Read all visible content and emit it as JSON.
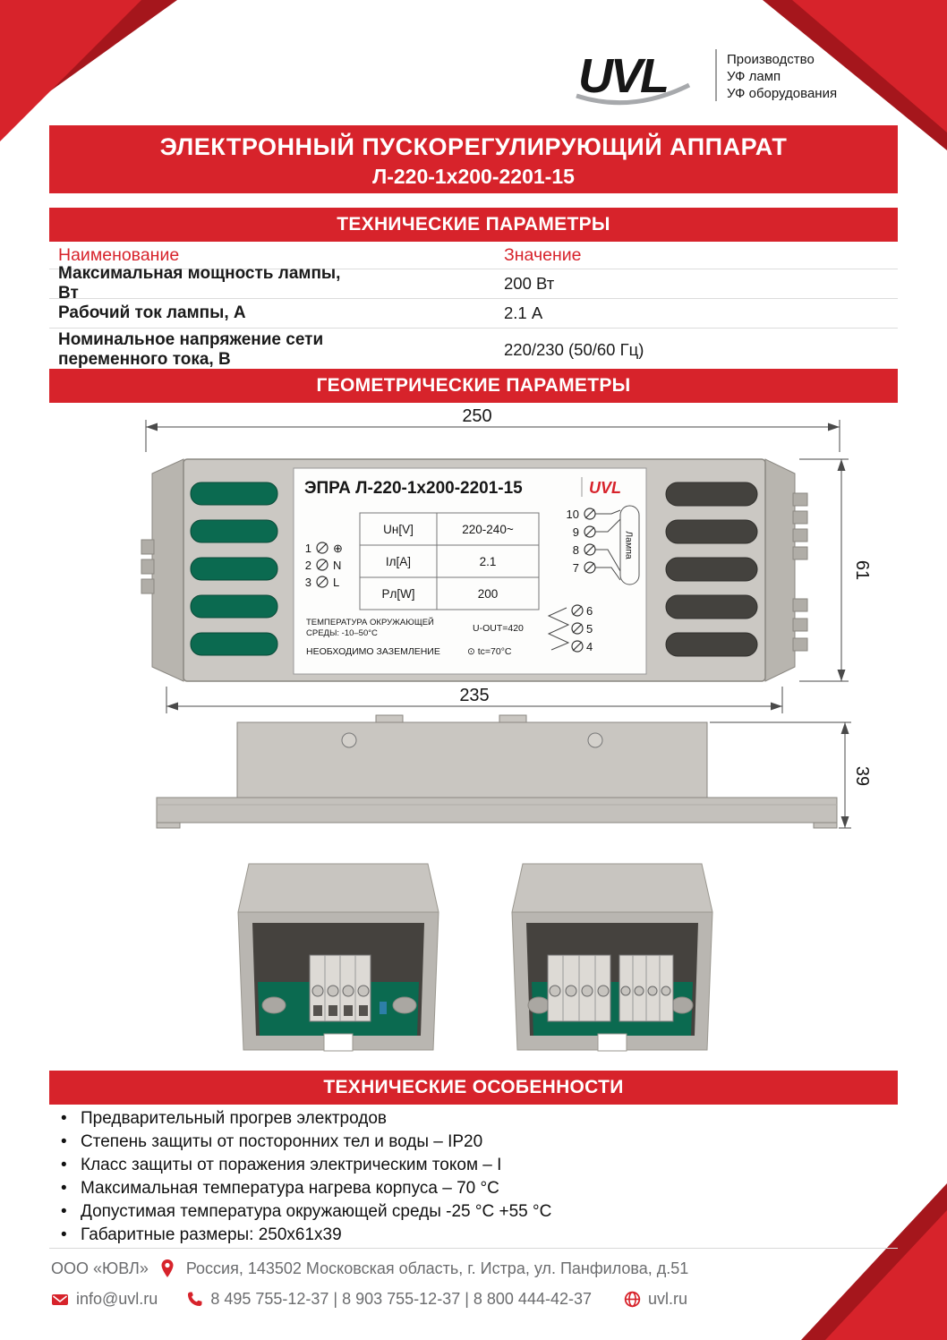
{
  "brand": {
    "logo_text": "UVL",
    "tagline": [
      "Производство",
      "УФ ламп",
      "УФ оборудования"
    ]
  },
  "header": {
    "title": "ЭЛЕКТРОННЫЙ ПУСКОРЕГУЛИРУЮЩИЙ АППАРАТ",
    "subtitle": "Л-220-1х200-2201-15"
  },
  "sections": {
    "tech_params": "ТЕХНИЧЕСКИЕ ПАРАМЕТРЫ",
    "geometry": "ГЕОМЕТРИЧЕСКИЕ ПАРАМЕТРЫ",
    "features": "ТЕХНИЧЕСКИЕ ОСОБЕННОСТИ"
  },
  "tech_table": {
    "headers": {
      "name": "Наименование",
      "value": "Значение"
    },
    "rows": [
      {
        "name": "Максимальная мощность лампы, Вт",
        "value": "200 Вт"
      },
      {
        "name": "Рабочий ток лампы, А",
        "value": "2.1 А"
      },
      {
        "name": "Номинальное напряжение сети переменного тока, В",
        "value": "220/230 (50/60 Гц)"
      }
    ]
  },
  "drawing": {
    "dim_length": "250",
    "dim_width": "61",
    "dim_mount": "235",
    "dim_height": "39",
    "label": {
      "title": "ЭПРА Л-220-1х200-2201-15",
      "logo": "UVL",
      "table": [
        {
          "p": "Uн[V]",
          "v": "220-240~"
        },
        {
          "p": "Iл[A]",
          "v": "2.1"
        },
        {
          "p": "Pл[W]",
          "v": "200"
        }
      ],
      "input_terminals": [
        {
          "num": "1",
          "mark": "⊕"
        },
        {
          "num": "2",
          "mark": "N"
        },
        {
          "num": "3",
          "mark": "L"
        }
      ],
      "lamp_terminals": [
        "10",
        "9",
        "8",
        "7"
      ],
      "aux_terminals": [
        "6",
        "5",
        "4"
      ],
      "lamp_label": "Лампа",
      "note_temp1": "ТЕМПЕРАТУРА ОКРУЖАЮЩЕЙ",
      "note_temp2": "СРЕДЫ: -10–50°С",
      "note_uout": "U-OUT=420",
      "note_ground": "НЕОБХОДИМО ЗАЗЕМЛЕНИЕ",
      "note_tc": "⊙ tc=70°C"
    }
  },
  "features": {
    "items": [
      "Предварительный прогрев электродов",
      "Степень защиты от посторонних тел и воды – IP20",
      "Класс защиты от поражения электрическим током – I",
      "Максимальная температура нагрева корпуса – 70 °С",
      "Допустимая температура окружающей среды -25 °С +55 °С",
      "Габаритные размеры: 250х61х39"
    ]
  },
  "footer": {
    "company": "ООО «ЮВЛ»",
    "address": "Россия, 143502  Московская область, г. Истра, ул. Панфилова, д.51",
    "email": "info@uvl.ru",
    "phones": "8 495 755-12-37  |  8 903 755-12-37  |  8 800 444-42-37",
    "website": "uvl.ru"
  },
  "colors": {
    "red": "#d7232b",
    "dark_red": "#a5161c",
    "green": "#0b6a50",
    "gray_body": "#cbc8c3",
    "text_gray": "#6b6c6e"
  }
}
